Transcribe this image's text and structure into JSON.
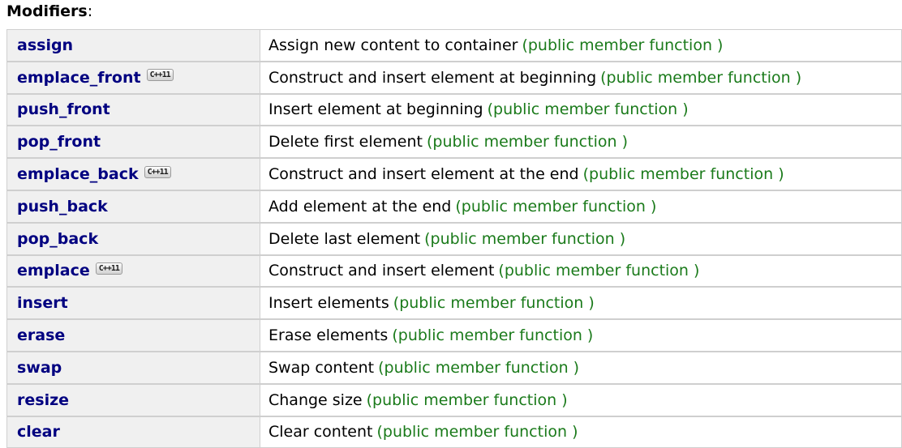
{
  "heading": {
    "word": "Modifiers",
    "colon": ":"
  },
  "colors": {
    "member_link": "#000080",
    "kind_text": "#1a7a1a",
    "description_text": "#000000",
    "name_cell_background": "#f0f0f0",
    "desc_cell_background": "#ffffff",
    "border": "#cfcfcf"
  },
  "badge": {
    "label": "C++11"
  },
  "table": {
    "rows": [
      {
        "name": "assign",
        "badge": false,
        "description": "Assign new content to container",
        "kind": "(public member function )"
      },
      {
        "name": "emplace_front",
        "badge": true,
        "description": "Construct and insert element at beginning",
        "kind": "(public member function )"
      },
      {
        "name": "push_front",
        "badge": false,
        "description": "Insert element at beginning",
        "kind": "(public member function )"
      },
      {
        "name": "pop_front",
        "badge": false,
        "description": "Delete first element",
        "kind": "(public member function )"
      },
      {
        "name": "emplace_back",
        "badge": true,
        "description": "Construct and insert element at the end",
        "kind": "(public member function )"
      },
      {
        "name": "push_back",
        "badge": false,
        "description": "Add element at the end",
        "kind": "(public member function )"
      },
      {
        "name": "pop_back",
        "badge": false,
        "description": "Delete last element",
        "kind": "(public member function )"
      },
      {
        "name": "emplace",
        "badge": true,
        "description": "Construct and insert element",
        "kind": "(public member function )"
      },
      {
        "name": "insert",
        "badge": false,
        "description": "Insert elements",
        "kind": "(public member function )"
      },
      {
        "name": "erase",
        "badge": false,
        "description": "Erase elements",
        "kind": "(public member function )"
      },
      {
        "name": "swap",
        "badge": false,
        "description": "Swap content",
        "kind": "(public member function )"
      },
      {
        "name": "resize",
        "badge": false,
        "description": "Change size",
        "kind": "(public member function )"
      },
      {
        "name": "clear",
        "badge": false,
        "description": "Clear content",
        "kind": "(public member function )"
      }
    ]
  }
}
